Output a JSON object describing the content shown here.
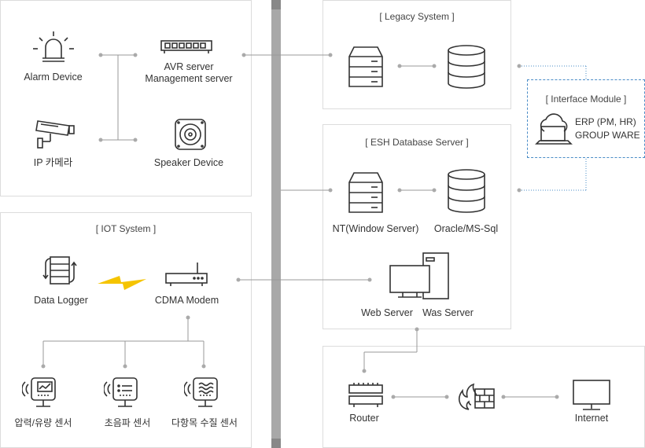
{
  "devices": {
    "alarm": "Alarm Device",
    "avr": "AVR server\nManagement server",
    "ipcam": "IP 카메라",
    "speaker": "Speaker Device"
  },
  "legacy": {
    "title": "[ Legacy System ]"
  },
  "interface": {
    "title": "[ Interface Module ]",
    "desc": "ERP (PM, HR)\nGROUP WARE"
  },
  "esh": {
    "title": "[ ESH Database Server  ]",
    "nt": "NT(Window Server)",
    "oracle": "Oracle/MS-Sql",
    "web": "Web Server",
    "was": "Was Server"
  },
  "iot": {
    "title": "[ IOT System ]",
    "logger": "Data Logger",
    "cdma": "CDMA Modem",
    "sensors": [
      "압력/유량 센서",
      "초음파 센서",
      "다항목 수질 센서"
    ]
  },
  "net": {
    "router": "Router",
    "internet": "Internet"
  },
  "colors": {
    "line": "#999999",
    "accent": "#333333",
    "dot": "#aaaaaa",
    "bolt": "#f5c400",
    "backbone": "#a8a8a8"
  }
}
